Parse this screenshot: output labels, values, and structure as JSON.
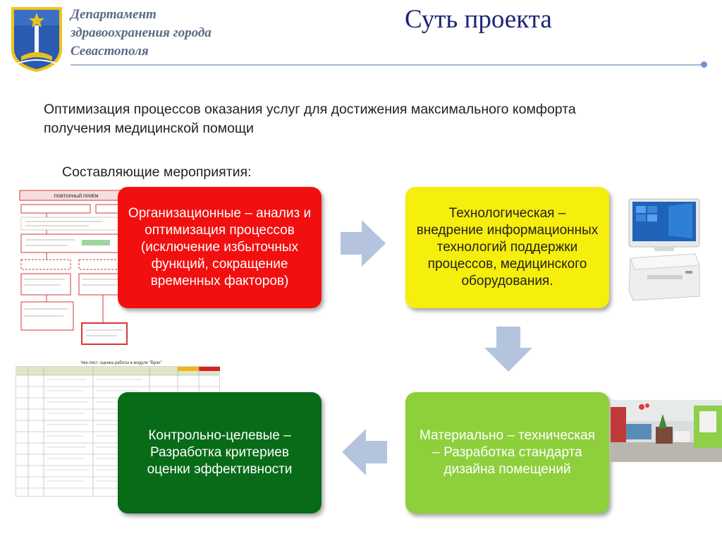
{
  "header": {
    "org_line1": "Департамент",
    "org_line2": "здравоохранения города",
    "org_line3": "Севастополя",
    "slide_title": "Суть проекта"
  },
  "intro": {
    "line1": "Оптимизация процессов оказания услуг для достижения максимального комфорта",
    "line2": "получения медицинской помощи"
  },
  "subheading": "Составляющие мероприятия:",
  "boxes": {
    "organizational": "Организационные – анализ и оптимизация процессов (исключение избыточных функций, сокращение временных факторов)",
    "technological": "Технологическая – внедрение информационных технологий поддержки процессов, медицинского оборудования.",
    "material": "Материально – техническая – Разработка стандарта дизайна помещений",
    "control": "Контрольно-целевые – Разработка критериев оценки эффективности"
  },
  "colors": {
    "red": "#f20f0f",
    "yellow": "#f6ee0c",
    "light_green": "#8ecf3c",
    "dark_green": "#086b18",
    "arrow": "#b4c4df",
    "title": "#1c2474"
  },
  "thumbnails": {
    "doc1_title": "ПОВТОРНЫЙ ПРИЁМ",
    "doc2_title": "Чек-лист. оценка работы в модуле \"Врач\""
  }
}
